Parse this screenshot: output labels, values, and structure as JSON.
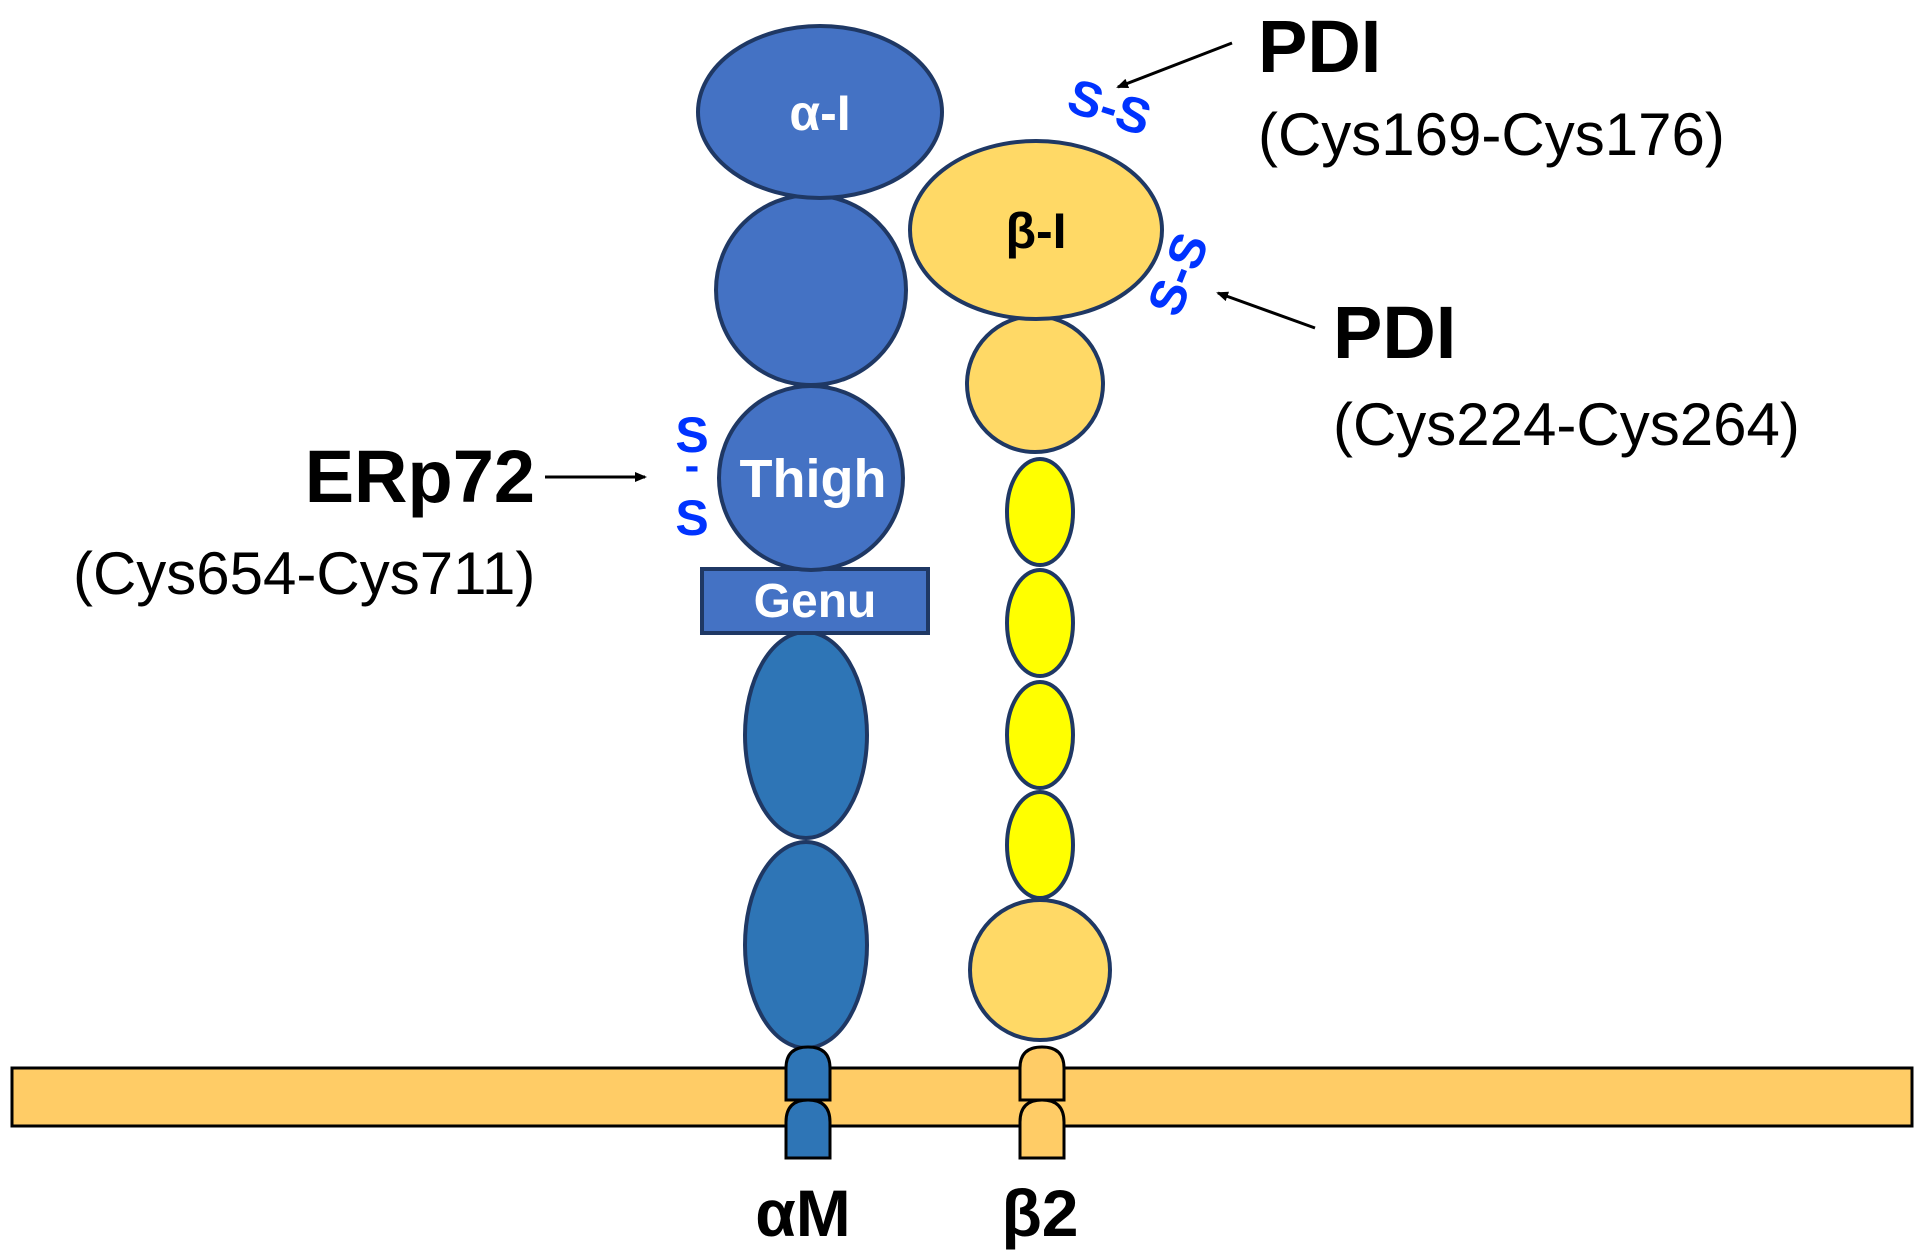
{
  "colors": {
    "alpha_upper": "#4472C4",
    "alpha_lower": "#2E75B6",
    "beta_domain": "#FFD966",
    "beta_egf": "#FFFF00",
    "membrane": "#FFCC66",
    "outline": "#1F3864",
    "disulfide": "#0033FF",
    "text": "#000000",
    "domain_text": "#FFFFFF"
  },
  "alpha_chain": {
    "name": "αM",
    "domains": {
      "alpha_i": "α-I",
      "thigh": "Thigh",
      "genu": "Genu"
    }
  },
  "beta_chain": {
    "name": "β2",
    "domains": {
      "beta_i": "β-I"
    }
  },
  "disulfides": {
    "erp72": {
      "s1": "S",
      "dash": "-",
      "s2": "S"
    },
    "pdi_top": {
      "text": "S-S"
    },
    "pdi_side": {
      "text": "S-S"
    }
  },
  "annotations": {
    "erp72": {
      "enzyme": "ERp72",
      "bond": "(Cys654-Cys711)"
    },
    "pdi_top": {
      "enzyme": "PDI",
      "bond": "(Cys169-Cys176)"
    },
    "pdi_side": {
      "enzyme": "PDI",
      "bond": "(Cys224-Cys264)"
    }
  }
}
